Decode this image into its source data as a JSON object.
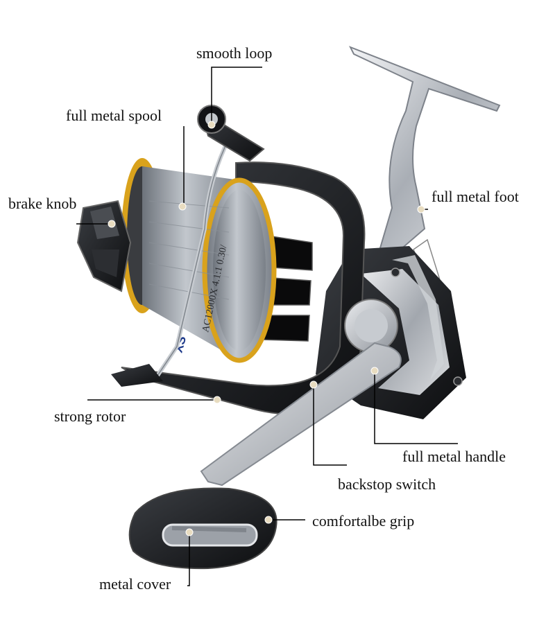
{
  "labels": {
    "smooth_loop": "smooth loop",
    "full_metal_spool": "full metal spool",
    "brake_knob": "brake knob",
    "full_metal_foot": "full metal  foot",
    "strong_rotor": "strong rotor",
    "full_metal_handle": "full metal handle",
    "backstop_switch": "backstop switch",
    "comfortable_grip": "comfortalbe  grip",
    "metal_cover": "metal cover"
  },
  "spool_print": {
    "brand_mark": "XS",
    "model_text": "AC12000X  4.1:1  0.30/"
  },
  "colors": {
    "leader_line": "#000000",
    "marker_dot": "#e8dcc0",
    "accent_gold": "#d9a21c",
    "metal_silver": "#c7cbd0",
    "body_black": "#1a1a1a"
  }
}
